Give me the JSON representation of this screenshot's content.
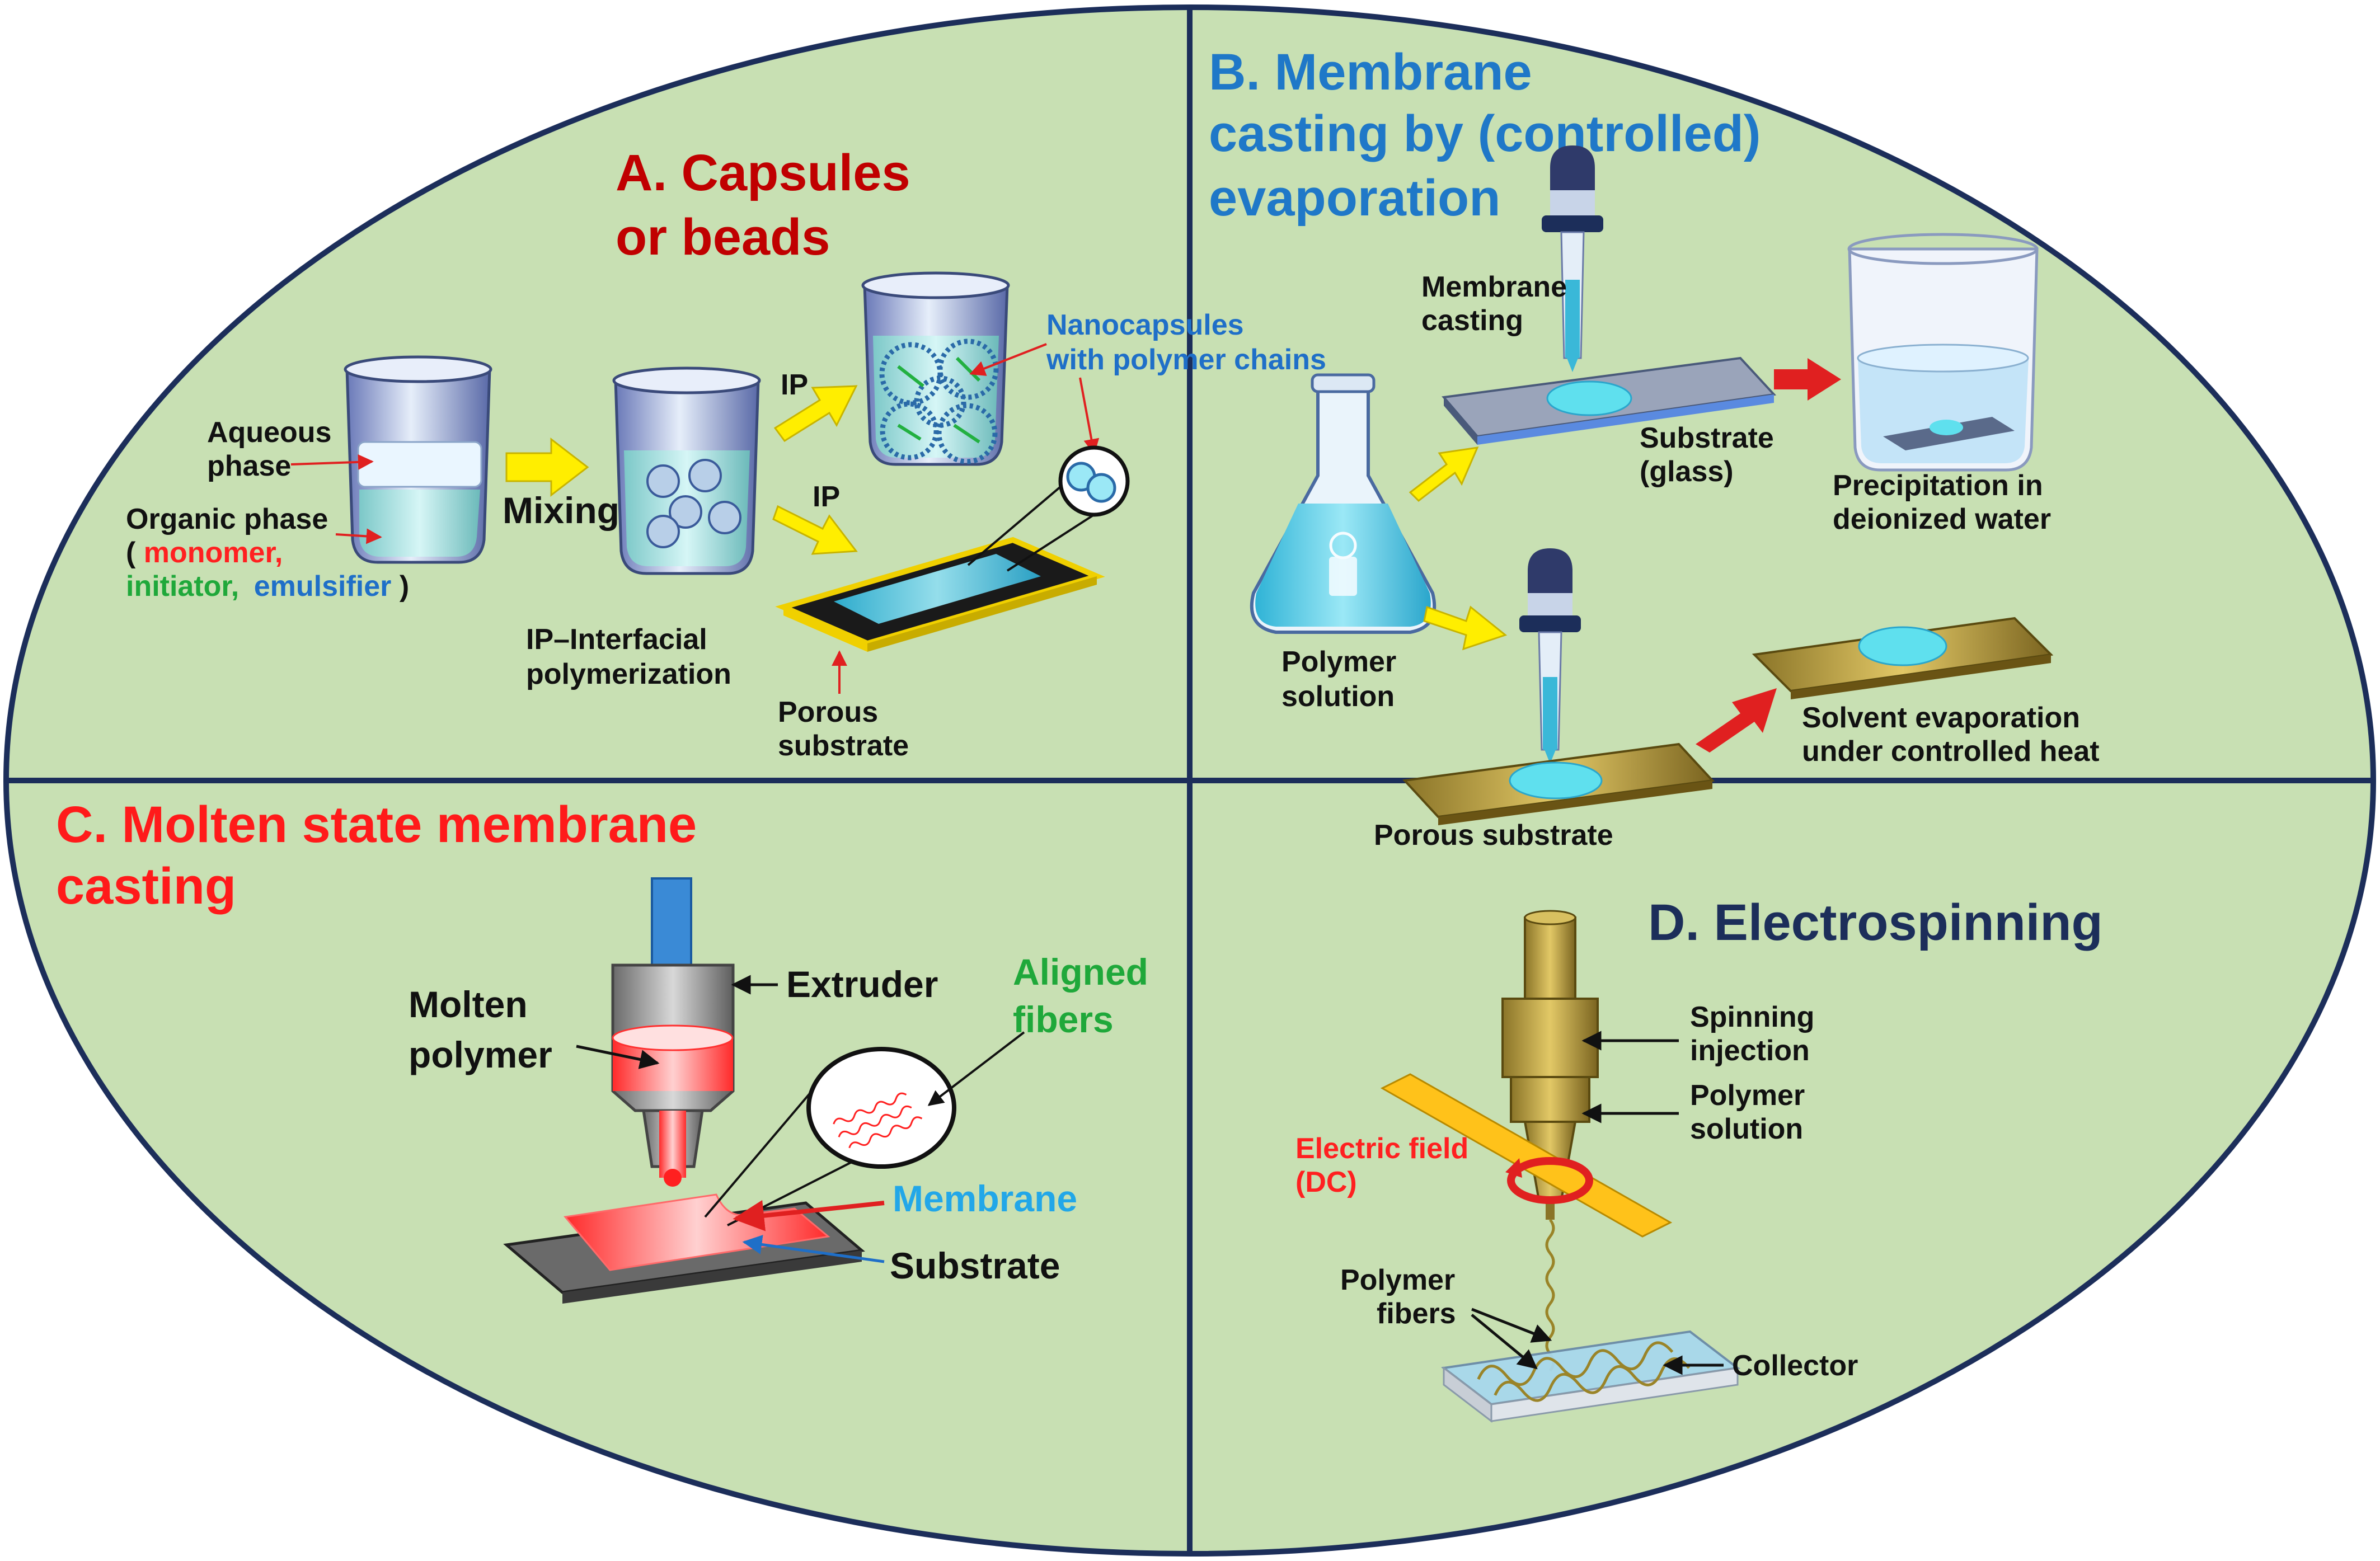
{
  "colors": {
    "background": "#c8e0b3",
    "border": "#1c2e5a",
    "title_a": "#c00000",
    "title_b": "#1f78c8",
    "title_c": "#ff1a1a",
    "title_d": "#1c2e5a",
    "red_text": "#ff2020",
    "green_text": "#1fa83a",
    "blue_text": "#1f6fc8",
    "cyan_text": "#22a7e8",
    "arrow_yellow": "#ffee00",
    "arrow_red": "#e02020"
  },
  "section_a": {
    "title_line1": "A.  Capsules",
    "title_line2": "or beads",
    "aqueous_line1": "Aqueous",
    "aqueous_line2": "phase",
    "organic_line1": "Organic phase",
    "organic_open": "(",
    "organic_monomer": "monomer,",
    "organic_initiator": "initiator,",
    "organic_emulsifier": "emulsifier",
    "organic_close": ")",
    "mixing": "Mixing",
    "ip_top": "IP",
    "ip_bottom": "IP",
    "ip_line1": "IP–Interfacial",
    "ip_line2": "polymerization",
    "nano_line1": "Nanocapsules",
    "nano_line2": "with polymer chains",
    "porous_line1": "Porous",
    "porous_line2": "substrate"
  },
  "section_b": {
    "title_line1": "B. Membrane",
    "title_line2": "casting by (controlled)",
    "title_line3": "evaporation",
    "casting_line1": "Membrane",
    "casting_line2": "casting",
    "substrate_line1": "Substrate",
    "substrate_line2": "(glass)",
    "precip_line1": "Precipitation in",
    "precip_line2": "deionized water",
    "polymer_line1": "Polymer",
    "polymer_line2": "solution",
    "solvent_line1": "Solvent evaporation",
    "solvent_line2": "under controlled heat",
    "porous": "Porous substrate"
  },
  "section_c": {
    "title_line1": "C. Molten state membrane",
    "title_line2": "casting",
    "extruder": "Extruder",
    "molten_line1": "Molten",
    "molten_line2": "polymer",
    "aligned_line1": "Aligned",
    "aligned_line2": "fibers",
    "membrane": "Membrane",
    "substrate": "Substrate"
  },
  "section_d": {
    "title": "D. Electrospinning",
    "spinning_line1": "Spinning",
    "spinning_line2": "injection",
    "polymer_sol_line1": "Polymer",
    "polymer_sol_line2": "solution",
    "field_line1": "Electric field",
    "field_line2": "(DC)",
    "fibers_line1": "Polymer",
    "fibers_line2": "fibers",
    "collector": "Collector"
  }
}
